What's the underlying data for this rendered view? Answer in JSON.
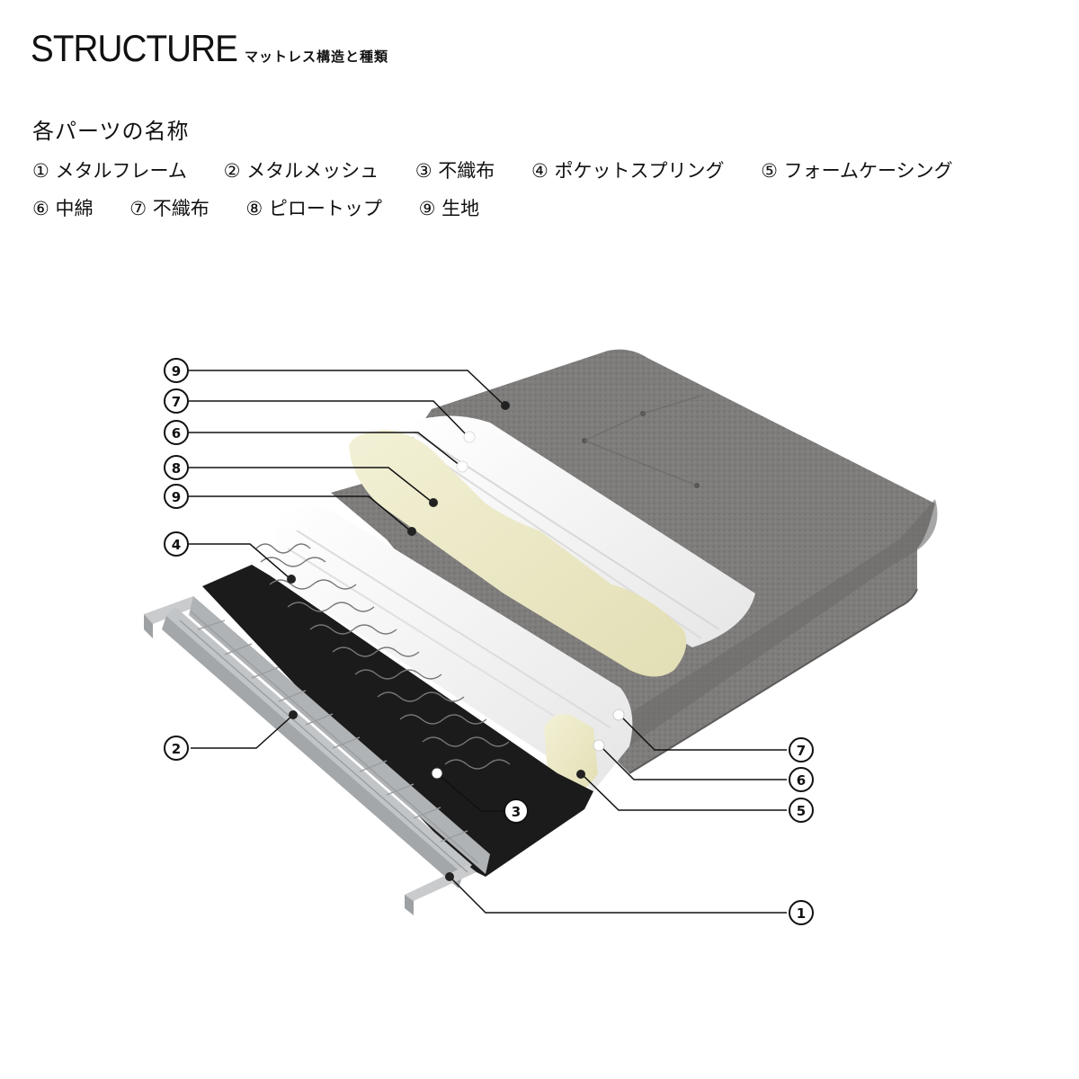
{
  "header": {
    "title": "STRUCTURE",
    "subtitle": "マットレス構造と種類"
  },
  "parts": {
    "heading": "各パーツの名称",
    "row1": [
      "① メタルフレーム",
      "② メタルメッシュ",
      "③ 不織布",
      "④ ポケットスプリング",
      "⑤ フォームケーシング"
    ],
    "row2": [
      "⑥ 中綿",
      "⑦ 不織布",
      "⑧ ピロートップ",
      "⑨ 生地"
    ]
  },
  "callouts": {
    "fabric_top": "9",
    "nonwoven_top": "7",
    "padding_top": "6",
    "pillow_top": "8",
    "fabric_mid": "9",
    "pocket_spring": "4",
    "metal_mesh": "2",
    "nonwoven_bottom": "3",
    "nonwoven_right": "7",
    "padding_right": "6",
    "foam_casing": "5",
    "metal_frame": "1"
  },
  "colors": {
    "fabric": "#7d7b7a",
    "pillow_top": "#ece9c6",
    "white_layer": "#f4f4f4",
    "nonwoven": "#1b1b1b",
    "frame": "#b9bcbe"
  }
}
